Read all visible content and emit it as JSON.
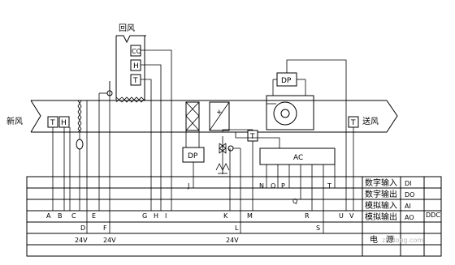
{
  "air": {
    "fresh_air": "新风",
    "return_air": "回风",
    "supply_air": "送风"
  },
  "sensors": {
    "co": "CO",
    "h_return": "H",
    "t_return": "T",
    "t_fresh": "T",
    "h_fresh": "H",
    "dp_filter": "DP",
    "dp_fan": "DP",
    "t_coil": "T",
    "t_supply": "T",
    "ac": "AC",
    "plus": "+"
  },
  "points": {
    "A": "A",
    "B": "B",
    "C": "C",
    "D": "D",
    "E": "E",
    "F": "F",
    "G": "G",
    "H": "H",
    "I": "I",
    "J": "J",
    "K": "K",
    "L": "L",
    "M": "M",
    "N": "N",
    "O": "O",
    "P": "P",
    "Q": "Q",
    "R": "R",
    "S": "S",
    "T": "T",
    "U": "U",
    "V": "V"
  },
  "power": {
    "v1": "24V",
    "v2": "24V",
    "v3": "24V"
  },
  "table": {
    "rows": [
      {
        "name": "数字输入",
        "code": "DI"
      },
      {
        "name": "数字输出",
        "code": "DO"
      },
      {
        "name": "模拟输入",
        "code": "AI"
      },
      {
        "name": "模拟输出",
        "code": "AO"
      },
      {
        "name": "电　源",
        "code": ""
      }
    ],
    "ddc": "DDC"
  },
  "watermark": "zhulong.com"
}
